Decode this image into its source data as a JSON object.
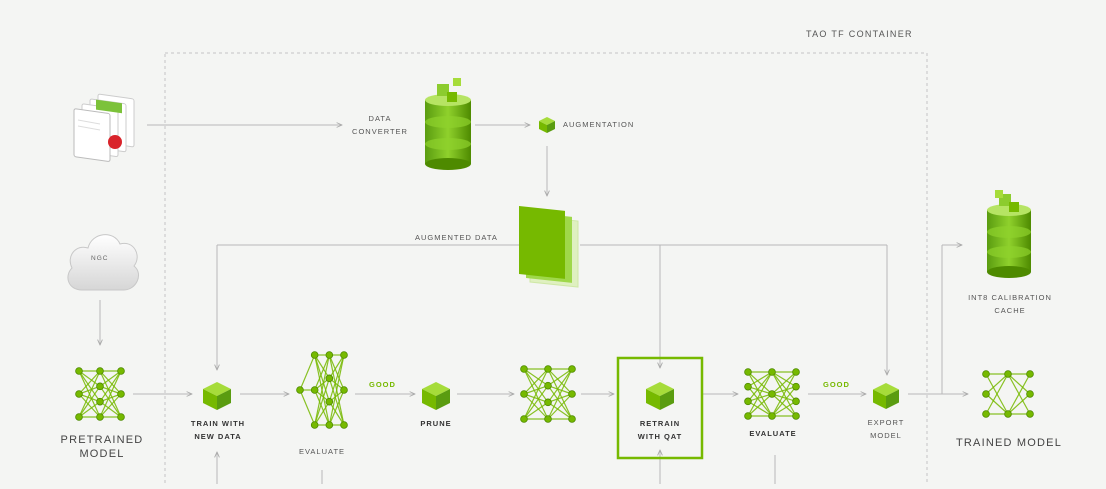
{
  "container_label": "TAO TF CONTAINER",
  "labels": {
    "data_converter": "DATA\nCONVERTER",
    "augmentation": "AUGMENTATION",
    "augmented_data": "AUGMENTED DATA",
    "ngc": "NGC",
    "pretrained_model": "PRETRAINED\nMODEL",
    "train_with_new_data": "TRAIN WITH\nNEW DATA",
    "evaluate_1": "EVALUATE",
    "good_1": "GOOD",
    "prune": "PRUNE",
    "retrain_with_qat": "RETRAIN\nWITH QAT",
    "evaluate_2": "EVALUATE",
    "good_2": "GOOD",
    "export_model": "EXPORT\nMODEL",
    "int8_calibration_cache": "INT8 CALIBRATION\nCACHE",
    "trained_model": "TRAINED MODEL"
  },
  "colors": {
    "accent": "#76b900",
    "accent_dark": "#4e8a00",
    "accent_light": "#a6dc3a",
    "line": "#b8b8b8",
    "dashed": "#c4c4c4",
    "text": "#555555"
  },
  "icons": {
    "dataset": "image-stack-icon",
    "cloud": "cloud-icon",
    "database": "database-icon",
    "cube": "cube-icon",
    "network": "neural-network-icon",
    "augmented": "augmented-data-cards-icon"
  }
}
